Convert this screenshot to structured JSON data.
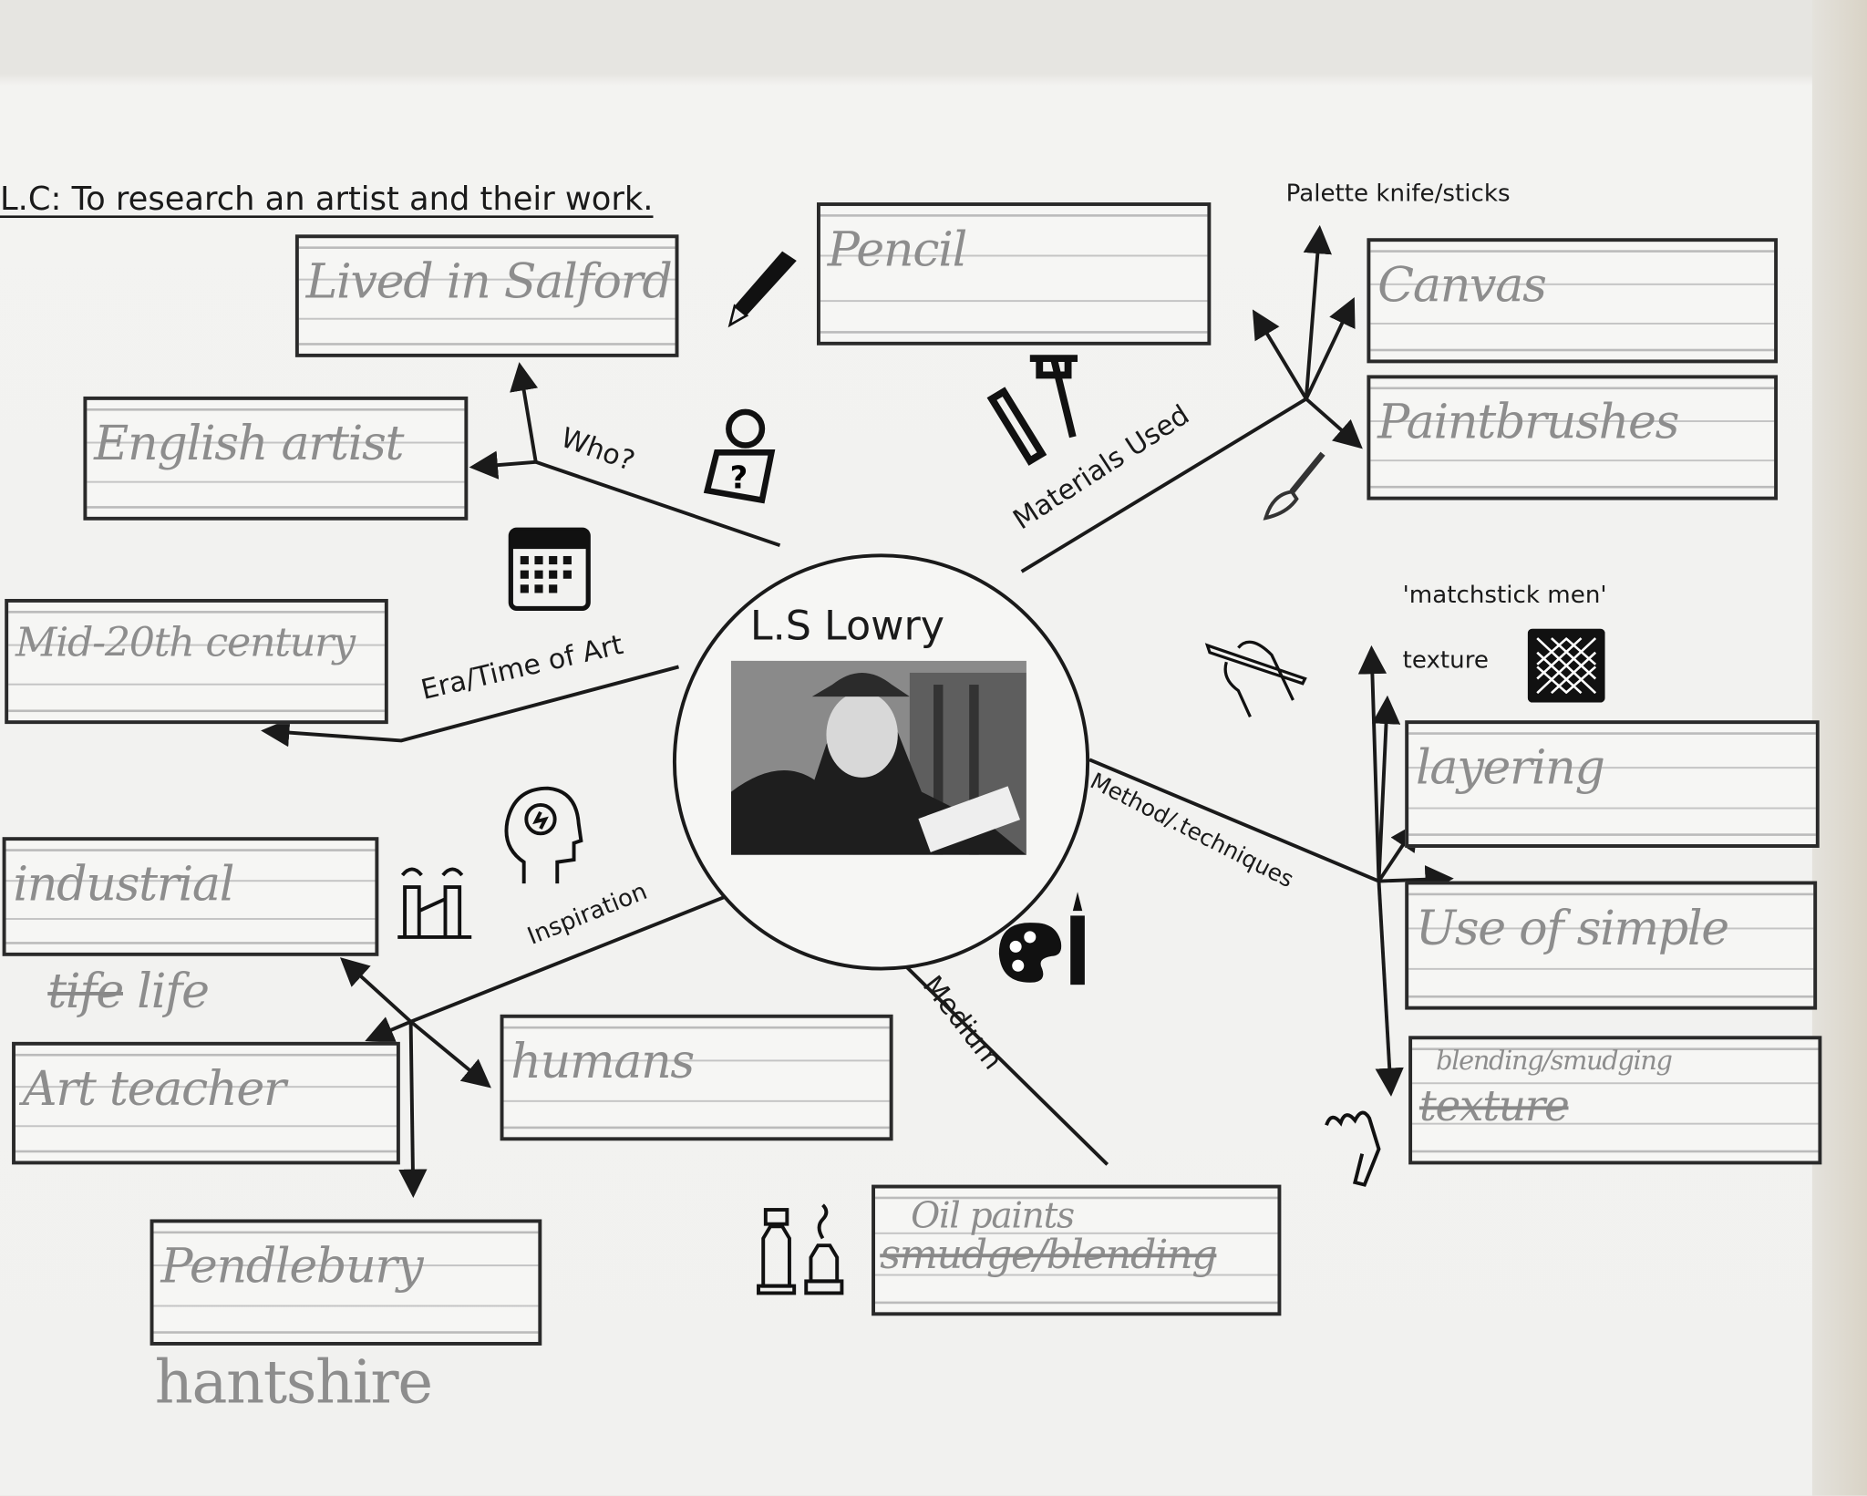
{
  "title": "L.C: To research an artist and their work.",
  "centre": {
    "artist": "L.S Lowry"
  },
  "branches": {
    "who": {
      "label": "Who?",
      "answers": [
        "Lived in Salford",
        "English artist"
      ]
    },
    "materials": {
      "label": "Materials Used",
      "answers": [
        "Pencil",
        "Canvas",
        "Paintbrushes"
      ],
      "note": "Palette knife/sticks"
    },
    "era": {
      "label": "Era/Time of Art",
      "answers": [
        "Mid-20th century"
      ]
    },
    "method": {
      "label": "Method/.techniques",
      "notes": [
        "'matchstick men'",
        "texture"
      ],
      "answers": [
        "layering",
        "Use of simple",
        "blending/smudging"
      ],
      "crossed": "texture"
    },
    "inspiration": {
      "label": "Inspiration",
      "answers": [
        "industrial",
        "life",
        "Art teacher",
        "humans",
        "Pendlebury"
      ],
      "crossed": "tife",
      "extra": "hantshire"
    },
    "medium": {
      "label": "Medium",
      "answers": [
        "Oil paints"
      ],
      "crossed": "smudge/blending"
    }
  }
}
